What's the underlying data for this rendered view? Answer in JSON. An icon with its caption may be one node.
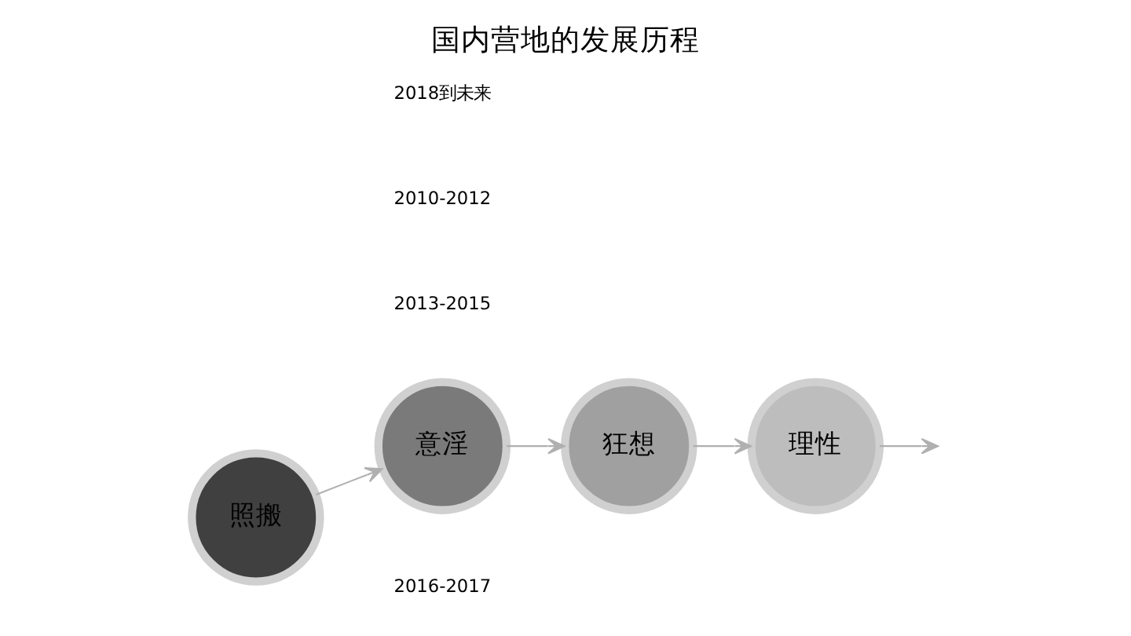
{
  "diagram": {
    "title": "国内营地的发展历程",
    "nodes": [
      {
        "text": [
          "照搬"
        ]
      },
      {
        "text": [
          "意淫"
        ]
      },
      {
        "text": [
          "狂想"
        ]
      },
      {
        "text": [
          "理性"
        ]
      }
    ],
    "edges": [
      {
        "from": 0,
        "to": 1,
        "arrow": "to"
      },
      {
        "from": 1,
        "to": 2,
        "arrow": "to"
      },
      {
        "from": 2,
        "to": 3,
        "arrow": "to"
      },
      {
        "from": 3,
        "to": null,
        "arrow": "to"
      }
    ],
    "labels": [
      "2016-2017",
      "2013-2015",
      "2010-2012",
      "2018到未来"
    ]
  }
}
